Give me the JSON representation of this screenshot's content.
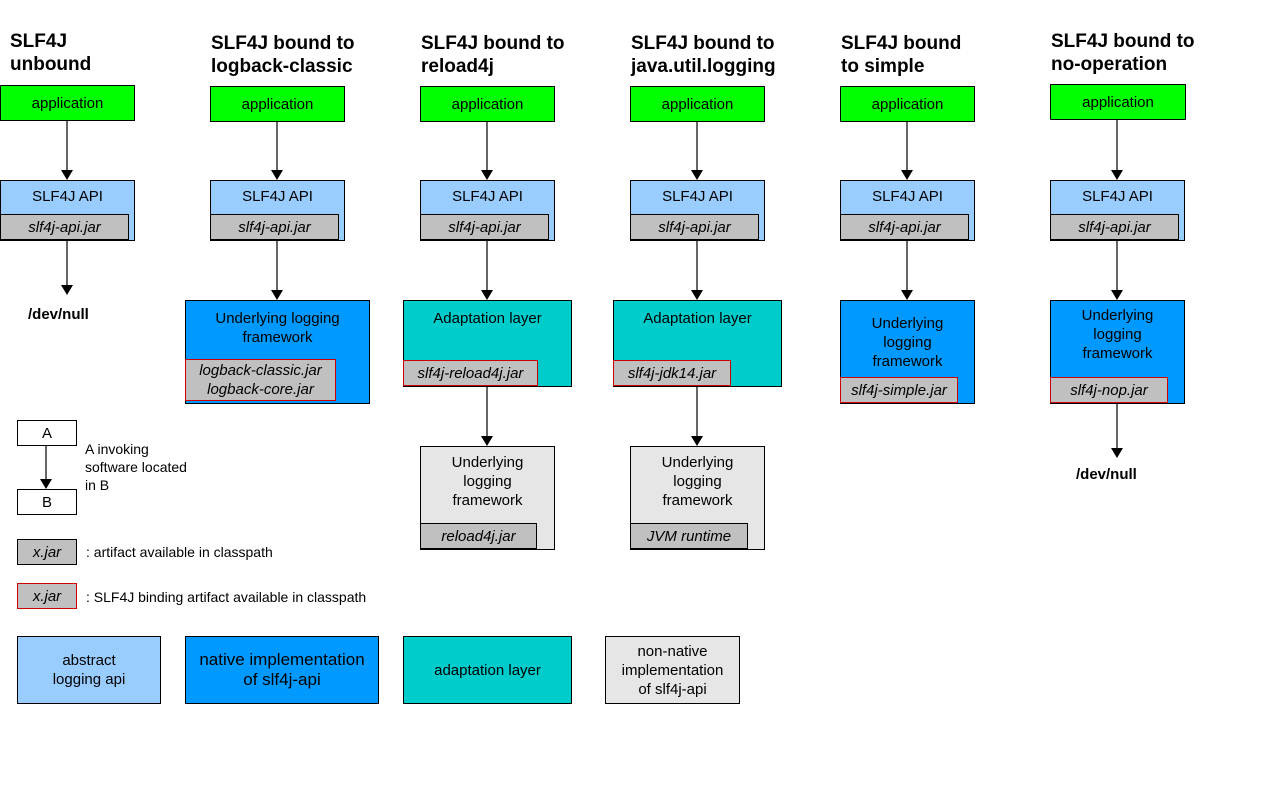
{
  "columns": [
    {
      "title": "SLF4J\nunbound",
      "app": "application",
      "api": "SLF4J API",
      "api_jar": "slf4j-api.jar",
      "devnull": "/dev/null"
    },
    {
      "title": "SLF4J bound to\nlogback-classic",
      "app": "application",
      "api": "SLF4J API",
      "api_jar": "slf4j-api.jar",
      "framework": "Underlying logging\nframework",
      "framework_jar": "logback-classic.jar\nlogback-core.jar"
    },
    {
      "title": "SLF4J bound to\nreload4j",
      "app": "application",
      "api": "SLF4J API",
      "api_jar": "slf4j-api.jar",
      "adapter": "Adaptation layer",
      "adapter_jar": "slf4j-reload4j.jar",
      "framework": "Underlying\nlogging\nframework",
      "framework_jar": "reload4j.jar"
    },
    {
      "title": "SLF4J bound to\njava.util.logging",
      "app": "application",
      "api": "SLF4J API",
      "api_jar": "slf4j-api.jar",
      "adapter": "Adaptation layer",
      "adapter_jar": "slf4j-jdk14.jar",
      "framework": "Underlying\nlogging\nframework",
      "framework_jar": "JVM runtime"
    },
    {
      "title": "SLF4J bound\nto simple",
      "app": "application",
      "api": "SLF4J API",
      "api_jar": "slf4j-api.jar",
      "framework": "Underlying\nlogging\nframework",
      "framework_jar": "slf4j-simple.jar"
    },
    {
      "title": "SLF4J bound to\nno-operation",
      "app": "application",
      "api": "SLF4J API",
      "api_jar": "slf4j-api.jar",
      "framework": "Underlying\nlogging\nframework",
      "framework_jar": "slf4j-nop.jar",
      "devnull": "/dev/null"
    }
  ],
  "legend": {
    "a": "A",
    "b": "B",
    "invoke_text": "A invoking\nsoftware located\nin B",
    "jar_sample": "x.jar",
    "jar_text": ": artifact available in classpath",
    "binding_sample": "x.jar",
    "binding_text": ": SLF4J binding artifact available in classpath",
    "abstract_api": "abstract\nlogging api",
    "native_impl": "native implementation\nof slf4j-api",
    "adaptation": "adaptation layer",
    "non_native": "non-native\nimplementation\nof slf4j-api"
  },
  "colors": {
    "application": "#00ff00",
    "abstract_api": "#99ccff",
    "native_impl": "#0099ff",
    "adaptation": "#00cccc",
    "non_native": "#e6e6e6",
    "jar": "#c0c0c0",
    "binding_border": "#cc0000"
  }
}
